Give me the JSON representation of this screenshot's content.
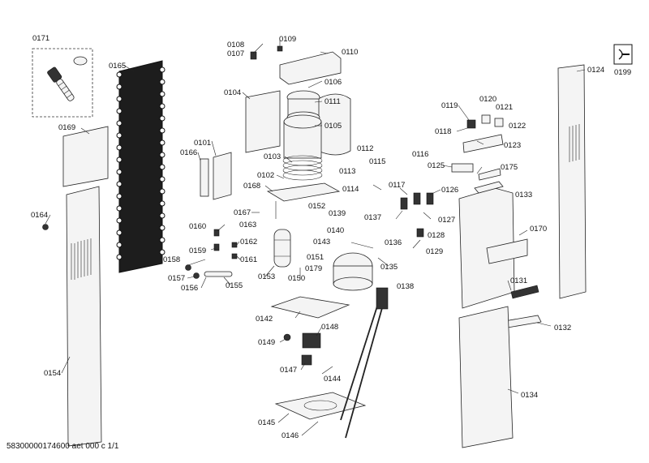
{
  "diagram": {
    "footer_text": "58300000174600 aet 000 c 1/1",
    "service_icon_label": "0199",
    "part_labels": {
      "p0171": "0171",
      "p0165": "0165",
      "p0169": "0169",
      "p0164": "0164",
      "p0154": "0154",
      "p0108": "0108",
      "p0107": "0107",
      "p0109": "0109",
      "p0110": "0110",
      "p0104": "0104",
      "p0106": "0106",
      "p0111": "0111",
      "p0105": "0105",
      "p0101": "0101",
      "p0166": "0166",
      "p0103": "0103",
      "p0102": "0102",
      "p0168": "0168",
      "p0167": "0167",
      "p0163": "0163",
      "p0160": "0160",
      "p0159": "0159",
      "p0162": "0162",
      "p0161": "0161",
      "p0158": "0158",
      "p0157": "0157",
      "p0156": "0156",
      "p0155": "0155",
      "p0153": "0153",
      "p0150": "0150",
      "p0151": "0151",
      "p0152": "0152",
      "p0143": "0143",
      "p0139": "0139",
      "p0140": "0140",
      "p0137": "0137",
      "p0114": "0114",
      "p0113": "0113",
      "p0112": "0112",
      "p0115": "0115",
      "p0117": "0117",
      "p0116": "0116",
      "p0136": "0136",
      "p0135": "0135",
      "p0179": "0179",
      "p0138": "0138",
      "p0142": "0142",
      "p0148": "0148",
      "p0149": "0149",
      "p0147": "0147",
      "p0144": "0144",
      "p0145": "0145",
      "p0146": "0146",
      "p0124": "0124",
      "p0119": "0119",
      "p0120": "0120",
      "p0121": "0121",
      "p0122": "0122",
      "p0118": "0118",
      "p0123": "0123",
      "p0125": "0125",
      "p0175": "0175",
      "p0126": "0126",
      "p0133": "0133",
      "p0127": "0127",
      "p0128": "0128",
      "p0129": "0129",
      "p0170": "0170",
      "p0131": "0131",
      "p0132": "0132",
      "p0134": "0134"
    }
  }
}
